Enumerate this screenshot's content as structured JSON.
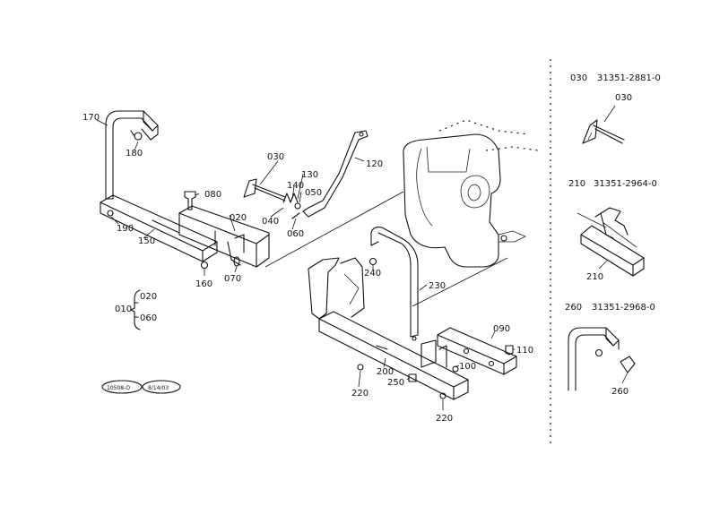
{
  "callouts": {
    "c170": "170",
    "c180": "180",
    "c190": "190",
    "c150": "150",
    "c160": "160",
    "c070": "070",
    "c020": "020",
    "c080": "080",
    "c030": "030",
    "c040": "040",
    "c060": "060",
    "c050": "050",
    "c130": "130",
    "c140": "140",
    "c120": "120",
    "c240": "240",
    "c230": "230",
    "c090": "090",
    "c110": "110",
    "c100": "100",
    "c200": "200",
    "c250": "250",
    "c220a": "220",
    "c220b": "220"
  },
  "assembly": {
    "parent": "010",
    "child_top": "020",
    "child_bottom": "060"
  },
  "stamps": {
    "left": "10508-O",
    "right": "8/14/03"
  },
  "detail_panels": [
    {
      "callout": "030",
      "part_no": "31351-2881-0",
      "label": "030"
    },
    {
      "callout": "210",
      "part_no": "31351-2964-0",
      "label": "210"
    },
    {
      "callout": "260",
      "part_no": "31351-2968-0",
      "label": "260"
    }
  ],
  "colors": {
    "ink": "#111111",
    "paper": "#ffffff"
  }
}
